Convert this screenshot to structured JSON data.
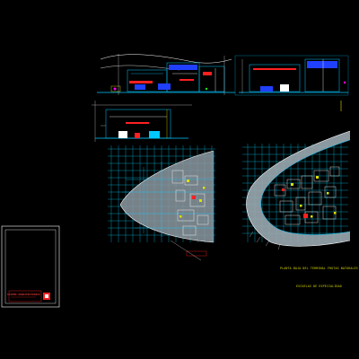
{
  "app": {
    "background": "#000000",
    "kind": "CAD drawing sheet (dark model space)"
  },
  "colors": {
    "cyan": "#00c8ff",
    "grid": "#00b8d8",
    "white": "#ffffff",
    "yellow": "#e0e000",
    "red": "#ff2020",
    "blue": "#2040ff",
    "magenta": "#ff00ff",
    "green": "#20e020",
    "fill_grey": "#9aa8b0"
  },
  "sheet": {
    "title_main": "PLANTA BAJA DEL TERMINAL FRUTAS NATURALES",
    "title_sub": "ESCUELAS DE ESPECIALIDAD",
    "title_block_caption": "DISEÑO ARQUITECTONICO"
  },
  "views": [
    {
      "id": "elevation-main",
      "name": "Main elevation"
    },
    {
      "id": "elevation-right",
      "name": "Right elevation"
    },
    {
      "id": "section-small",
      "name": "Small section"
    },
    {
      "id": "plan-left",
      "name": "Ground floor plan (left)"
    },
    {
      "id": "plan-right",
      "name": "Ground floor plan (right, curved)"
    },
    {
      "id": "title-block",
      "name": "Title block frame"
    }
  ]
}
